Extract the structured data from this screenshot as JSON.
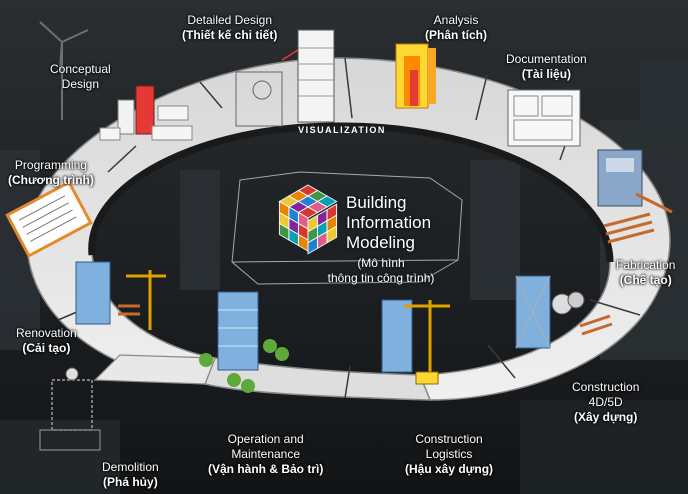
{
  "center": {
    "title_lines": [
      "Building",
      "Information",
      "Modeling"
    ],
    "subtitle_lines": [
      "(Mô hình",
      "thông tin công trình)"
    ]
  },
  "ring_label": "VISUALIZATION",
  "stages": [
    {
      "id": "conceptual",
      "en_lines": [
        "Conceptual",
        "Design"
      ],
      "vi": ""
    },
    {
      "id": "detailed",
      "en_lines": [
        "Detailed Design"
      ],
      "vi": "(Thiết kế chi tiết)"
    },
    {
      "id": "analysis",
      "en_lines": [
        "Analysis"
      ],
      "vi": "(Phân tích)"
    },
    {
      "id": "documentation",
      "en_lines": [
        "Documentation"
      ],
      "vi": "(Tài liệu)"
    },
    {
      "id": "fabrication",
      "en_lines": [
        "Fabrication"
      ],
      "vi": "(Chế tạo)"
    },
    {
      "id": "construction",
      "en_lines": [
        "Construction",
        "4D/5D"
      ],
      "vi": "(Xây dựng)"
    },
    {
      "id": "logistics",
      "en_lines": [
        "Construction",
        "Logistics"
      ],
      "vi": "(Hậu xây dựng)"
    },
    {
      "id": "operation",
      "en_lines": [
        "Operation and",
        "Maintenance"
      ],
      "vi": "(Vận hành & Bảo trì)"
    },
    {
      "id": "demolition",
      "en_lines": [
        "Demolition"
      ],
      "vi": "(Phá hủy)"
    },
    {
      "id": "renovation",
      "en_lines": [
        "Renovation"
      ],
      "vi": "(Cải tạo)"
    },
    {
      "id": "programming",
      "en_lines": [
        "Programming"
      ],
      "vi": "(Chương trình)"
    }
  ],
  "colors": {
    "ring": "#e6e6e6",
    "ring_edge": "#8a8a8a",
    "background": "#1c1f22",
    "cube": [
      "#e53935",
      "#fb8c00",
      "#fdd835",
      "#43a047",
      "#1e88e5",
      "#8e24aa",
      "#00acc1",
      "#f06292"
    ]
  }
}
